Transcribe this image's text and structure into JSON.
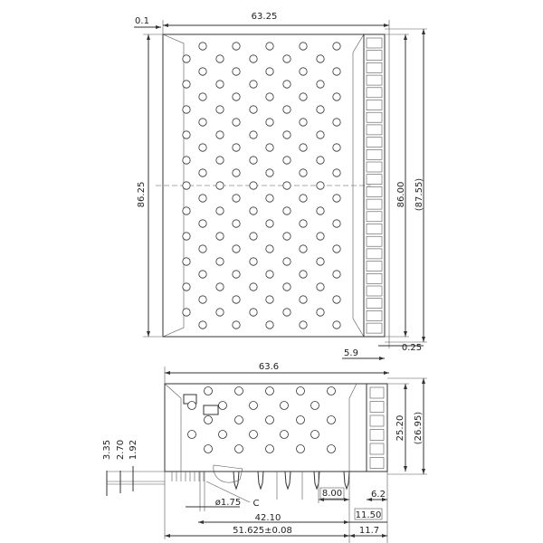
{
  "drawing": {
    "top_view": {
      "dim_offset": "0.1",
      "dim_width": "63.25",
      "dim_height_left": "86.25",
      "dim_height_right": "86.00",
      "dim_height_ref": "(87.55)",
      "dim_front": "5.9",
      "dim_gap": "0.25"
    },
    "side_view": {
      "dim_width": "63.6",
      "dim_height": "25.20",
      "dim_height_ref": "(26.95)",
      "dim_pin_a": "3.35",
      "dim_pin_b": "2.70",
      "dim_pin_c": "1.92",
      "dim_diameter": "ø1.75",
      "detail_label": "C",
      "dim_pitch": "8.00",
      "dim_front_pin": "6.2",
      "dim_pin_span": "42.10",
      "dim_box_front": "11.50",
      "dim_total": "51.625±0.08",
      "dim_front_total": "11.7"
    }
  }
}
